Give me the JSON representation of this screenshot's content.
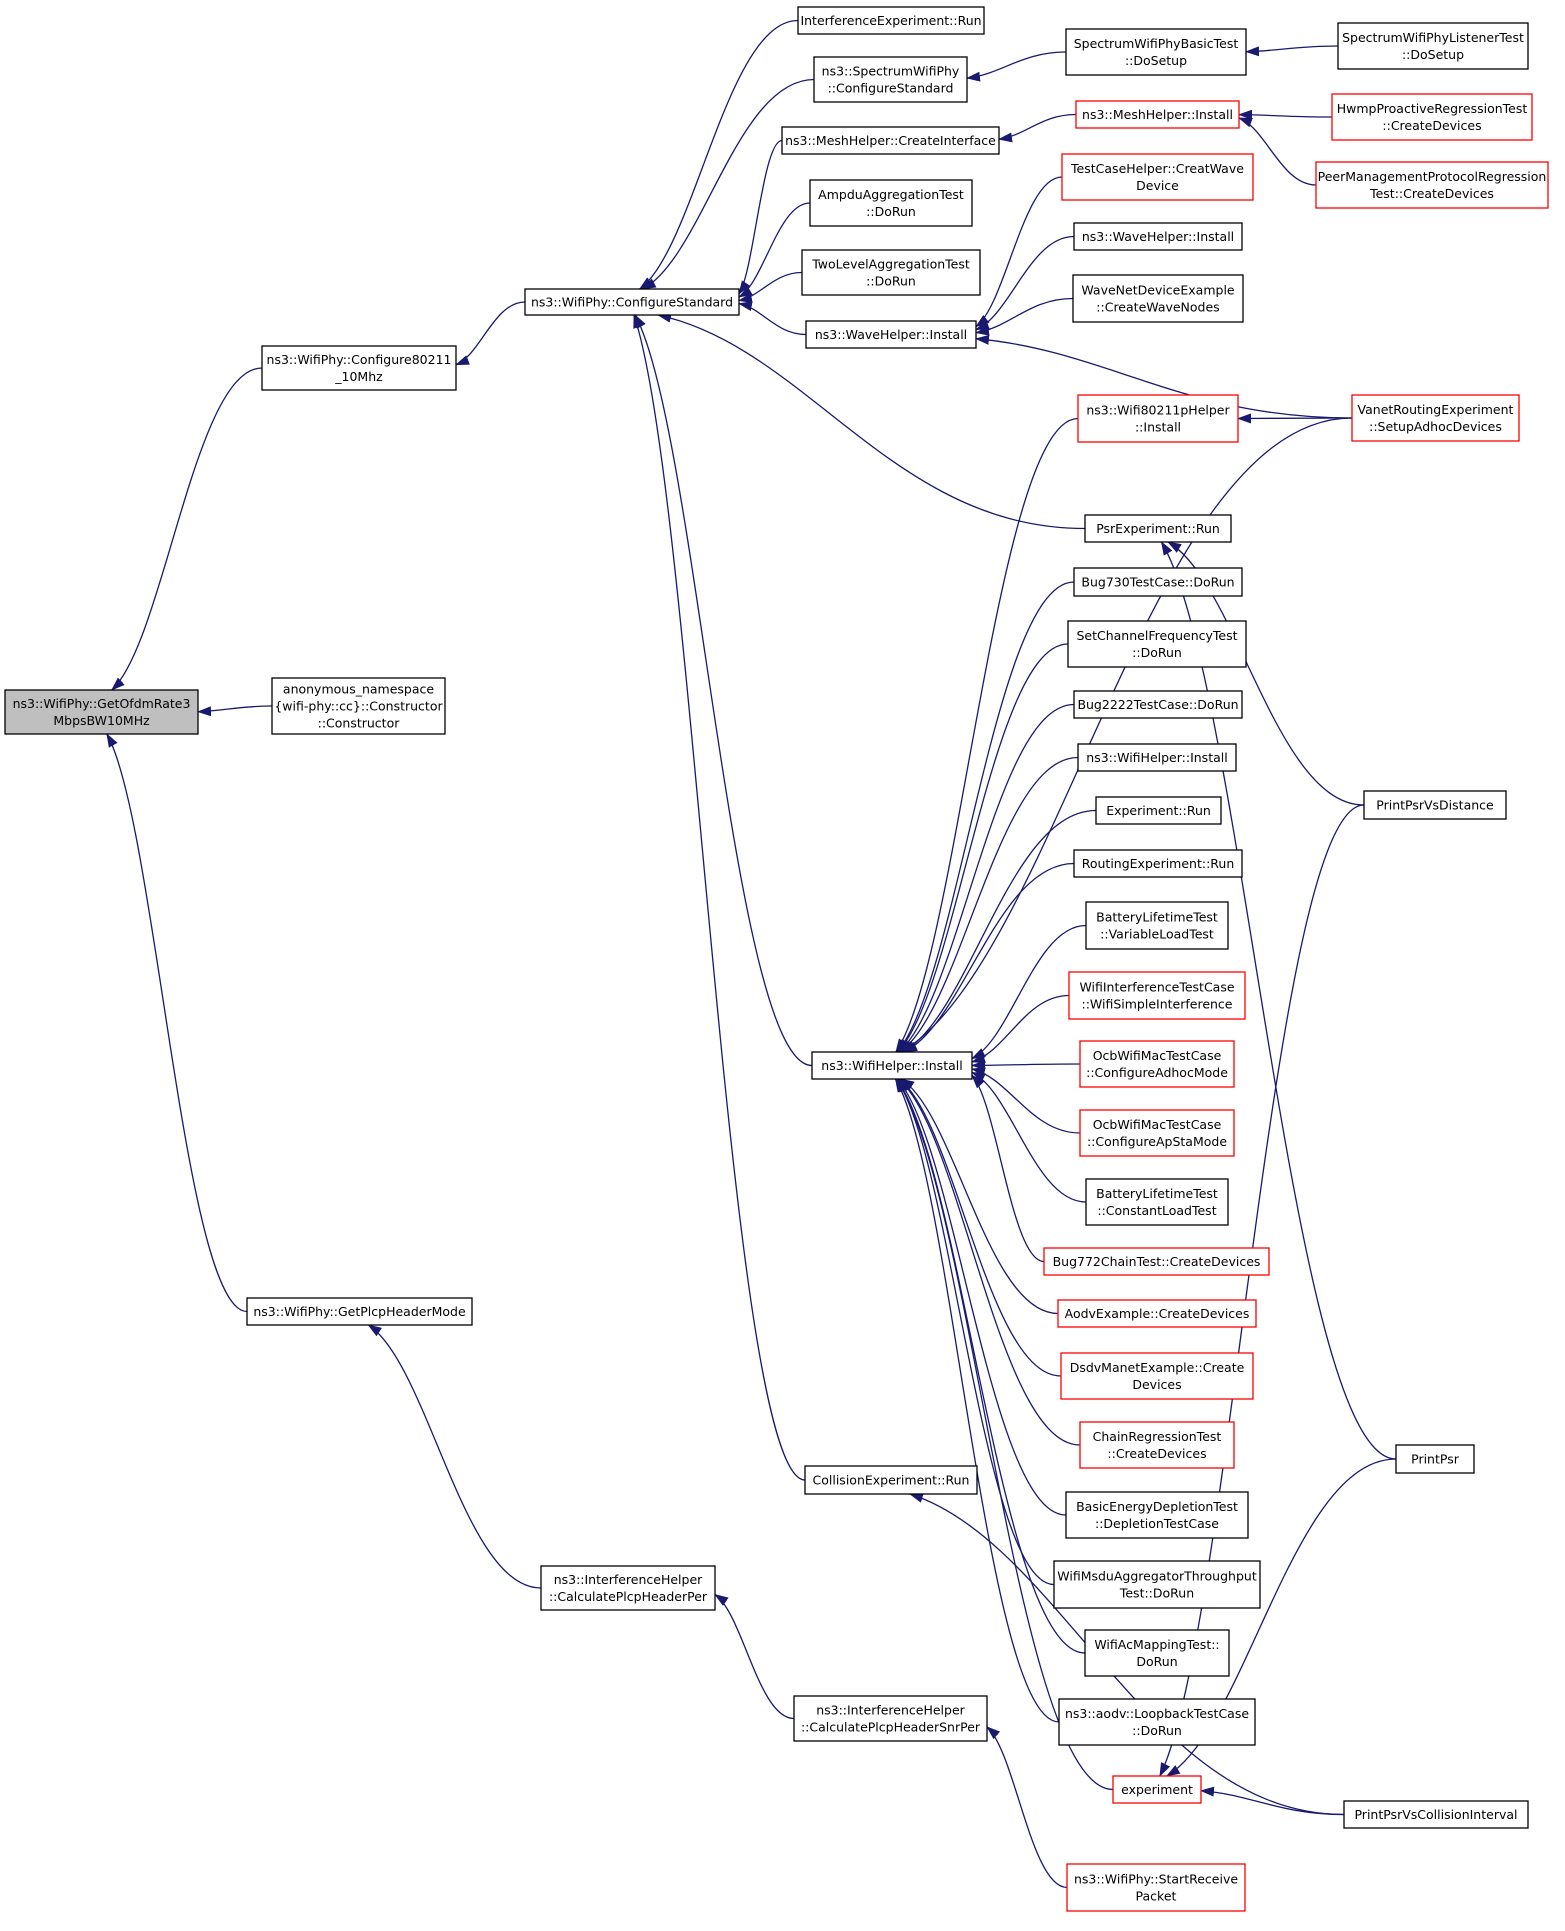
{
  "colors": {
    "edge": "#191970",
    "node_fill": "#ffffff",
    "node_border": "#000000",
    "node_border_truncated": "#ff0000",
    "focus_fill": "#bfbfbf"
  },
  "nodes": {
    "focus": {
      "lines": [
        "ns3::WifiPhy::GetOfdmRate3",
        "MbpsBW10MHz"
      ],
      "style": "focus"
    },
    "configure80211": {
      "lines": [
        "ns3::WifiPhy::Configure80211",
        "_10Mhz"
      ],
      "style": "normal"
    },
    "anonymousCtor": {
      "lines": [
        "anonymous_namespace",
        "{wifi-phy::cc}::Constructor",
        "::Constructor"
      ],
      "style": "normal"
    },
    "getPlcpHeaderMode": {
      "lines": [
        "ns3::WifiPhy::GetPlcpHeaderMode"
      ],
      "style": "normal"
    },
    "configureStandard": {
      "lines": [
        "ns3::WifiPhy::ConfigureStandard"
      ],
      "style": "normal"
    },
    "calcPlcpHeaderPer": {
      "lines": [
        "ns3::InterferenceHelper",
        "::CalculatePlcpHeaderPer"
      ],
      "style": "normal"
    },
    "calcPlcpHeaderSnrPer": {
      "lines": [
        "ns3::InterferenceHelper",
        "::CalculatePlcpHeaderSnrPer"
      ],
      "style": "normal"
    },
    "startReceivePacket": {
      "lines": [
        "ns3::WifiPhy::StartReceive",
        "Packet"
      ],
      "style": "truncated"
    },
    "interferenceExpRun": {
      "lines": [
        "InterferenceExperiment::Run"
      ],
      "style": "normal"
    },
    "spectrumConfigureStd": {
      "lines": [
        "ns3::SpectrumWifiPhy",
        "::ConfigureStandard"
      ],
      "style": "normal"
    },
    "meshCreateInterface": {
      "lines": [
        "ns3::MeshHelper::CreateInterface"
      ],
      "style": "normal"
    },
    "ampduDoRun": {
      "lines": [
        "AmpduAggregationTest",
        "::DoRun"
      ],
      "style": "normal"
    },
    "twoLevelDoRun": {
      "lines": [
        "TwoLevelAggregationTest",
        "::DoRun"
      ],
      "style": "normal"
    },
    "waveHelperInstallMid": {
      "lines": [
        "ns3::WaveHelper::Install"
      ],
      "style": "normal"
    },
    "wifiHelperInstallMid": {
      "lines": [
        "ns3::WifiHelper::Install"
      ],
      "style": "normal"
    },
    "collisionExpRun": {
      "lines": [
        "CollisionExperiment::Run"
      ],
      "style": "normal"
    },
    "spectrumBasicSetup": {
      "lines": [
        "SpectrumWifiPhyBasicTest",
        "::DoSetup"
      ],
      "style": "normal"
    },
    "spectrumListenerSetup": {
      "lines": [
        "SpectrumWifiPhyListenerTest",
        "::DoSetup"
      ],
      "style": "normal"
    },
    "meshHelperInstall": {
      "lines": [
        "ns3::MeshHelper::Install"
      ],
      "style": "truncated"
    },
    "hwmpCreateDevices": {
      "lines": [
        "HwmpProactiveRegressionTest",
        "::CreateDevices"
      ],
      "style": "truncated"
    },
    "peerMgmtCreateDevices": {
      "lines": [
        "PeerManagementProtocolRegression",
        "Test::CreateDevices"
      ],
      "style": "truncated"
    },
    "testCaseCreatWave": {
      "lines": [
        "TestCaseHelper::CreatWave",
        "Device"
      ],
      "style": "truncated"
    },
    "waveHelperInstallR": {
      "lines": [
        "ns3::WaveHelper::Install"
      ],
      "style": "normal"
    },
    "waveNetDevCreateNodes": {
      "lines": [
        "WaveNetDeviceExample",
        "::CreateWaveNodes"
      ],
      "style": "normal"
    },
    "wifi80211pInstall": {
      "lines": [
        "ns3::Wifi80211pHelper",
        "::Install"
      ],
      "style": "truncated"
    },
    "vanetSetupAdhoc": {
      "lines": [
        "VanetRoutingExperiment",
        "::SetupAdhocDevices"
      ],
      "style": "truncated"
    },
    "psrExpRun": {
      "lines": [
        "PsrExperiment::Run"
      ],
      "style": "normal"
    },
    "bug730DoRun": {
      "lines": [
        "Bug730TestCase::DoRun"
      ],
      "style": "normal"
    },
    "setChannelFreqDoRun": {
      "lines": [
        "SetChannelFrequencyTest",
        "::DoRun"
      ],
      "style": "normal"
    },
    "bug2222DoRun": {
      "lines": [
        "Bug2222TestCase::DoRun"
      ],
      "style": "normal"
    },
    "wifiHelperInstallR": {
      "lines": [
        "ns3::WifiHelper::Install"
      ],
      "style": "normal"
    },
    "experimentRun": {
      "lines": [
        "Experiment::Run"
      ],
      "style": "normal"
    },
    "routingExpRun": {
      "lines": [
        "RoutingExperiment::Run"
      ],
      "style": "normal"
    },
    "batteryVariableLoad": {
      "lines": [
        "BatteryLifetimeTest",
        "::VariableLoadTest"
      ],
      "style": "normal"
    },
    "wifiInterferenceSimple": {
      "lines": [
        "WifiInterferenceTestCase",
        "::WifiSimpleInterference"
      ],
      "style": "truncated"
    },
    "ocbAdhocMode": {
      "lines": [
        "OcbWifiMacTestCase",
        "::ConfigureAdhocMode"
      ],
      "style": "truncated"
    },
    "ocbApStaMode": {
      "lines": [
        "OcbWifiMacTestCase",
        "::ConfigureApStaMode"
      ],
      "style": "truncated"
    },
    "batteryConstantLoad": {
      "lines": [
        "BatteryLifetimeTest",
        "::ConstantLoadTest"
      ],
      "style": "normal"
    },
    "bug772CreateDevices": {
      "lines": [
        "Bug772ChainTest::CreateDevices"
      ],
      "style": "truncated"
    },
    "aodvCreateDevices": {
      "lines": [
        "AodvExample::CreateDevices"
      ],
      "style": "truncated"
    },
    "dsdvCreateDevices": {
      "lines": [
        "DsdvManetExample::Create",
        "Devices"
      ],
      "style": "truncated"
    },
    "chainRegressionCreate": {
      "lines": [
        "ChainRegressionTest",
        "::CreateDevices"
      ],
      "style": "truncated"
    },
    "basicEnergyDepletion": {
      "lines": [
        "BasicEnergyDepletionTest",
        "::DepletionTestCase"
      ],
      "style": "normal"
    },
    "msduAggThroughput": {
      "lines": [
        "WifiMsduAggregatorThroughput",
        "Test::DoRun"
      ],
      "style": "normal"
    },
    "acMappingDoRun": {
      "lines": [
        "WifiAcMappingTest::",
        "DoRun"
      ],
      "style": "normal"
    },
    "aodvLoopbackDoRun": {
      "lines": [
        "ns3::aodv::LoopbackTestCase",
        "::DoRun"
      ],
      "style": "normal"
    },
    "experiment": {
      "lines": [
        "experiment"
      ],
      "style": "truncated"
    },
    "printPsrVsDistance": {
      "lines": [
        "PrintPsrVsDistance"
      ],
      "style": "normal"
    },
    "printPsr": {
      "lines": [
        "PrintPsr"
      ],
      "style": "normal"
    },
    "printPsrVsCollision": {
      "lines": [
        "PrintPsrVsCollisionInterval"
      ],
      "style": "normal"
    }
  },
  "edges": [
    [
      "configure80211",
      "focus"
    ],
    [
      "anonymousCtor",
      "focus"
    ],
    [
      "getPlcpHeaderMode",
      "focus"
    ],
    [
      "configureStandard",
      "configure80211"
    ],
    [
      "calcPlcpHeaderPer",
      "getPlcpHeaderMode"
    ],
    [
      "calcPlcpHeaderSnrPer",
      "calcPlcpHeaderPer"
    ],
    [
      "startReceivePacket",
      "calcPlcpHeaderSnrPer"
    ],
    [
      "interferenceExpRun",
      "configureStandard"
    ],
    [
      "spectrumConfigureStd",
      "configureStandard"
    ],
    [
      "meshCreateInterface",
      "configureStandard"
    ],
    [
      "ampduDoRun",
      "configureStandard"
    ],
    [
      "twoLevelDoRun",
      "configureStandard"
    ],
    [
      "waveHelperInstallMid",
      "configureStandard"
    ],
    [
      "wifiHelperInstallMid",
      "configureStandard"
    ],
    [
      "collisionExpRun",
      "configureStandard"
    ],
    [
      "psrExpRun",
      "configureStandard"
    ],
    [
      "spectrumBasicSetup",
      "spectrumConfigureStd"
    ],
    [
      "spectrumListenerSetup",
      "spectrumBasicSetup"
    ],
    [
      "meshHelperInstall",
      "meshCreateInterface"
    ],
    [
      "hwmpCreateDevices",
      "meshHelperInstall"
    ],
    [
      "peerMgmtCreateDevices",
      "meshHelperInstall"
    ],
    [
      "testCaseCreatWave",
      "waveHelperInstallMid"
    ],
    [
      "waveHelperInstallR",
      "waveHelperInstallMid"
    ],
    [
      "waveNetDevCreateNodes",
      "waveHelperInstallMid"
    ],
    [
      "vanetSetupAdhoc",
      "waveHelperInstallMid"
    ],
    [
      "vanetSetupAdhoc",
      "wifi80211pInstall"
    ],
    [
      "wifi80211pInstall",
      "wifiHelperInstallMid"
    ],
    [
      "vanetSetupAdhoc",
      "wifiHelperInstallMid"
    ],
    [
      "bug730DoRun",
      "wifiHelperInstallMid"
    ],
    [
      "setChannelFreqDoRun",
      "wifiHelperInstallMid"
    ],
    [
      "bug2222DoRun",
      "wifiHelperInstallMid"
    ],
    [
      "wifiHelperInstallR",
      "wifiHelperInstallMid"
    ],
    [
      "experimentRun",
      "wifiHelperInstallMid"
    ],
    [
      "routingExpRun",
      "wifiHelperInstallMid"
    ],
    [
      "batteryVariableLoad",
      "wifiHelperInstallMid"
    ],
    [
      "wifiInterferenceSimple",
      "wifiHelperInstallMid"
    ],
    [
      "ocbAdhocMode",
      "wifiHelperInstallMid"
    ],
    [
      "ocbApStaMode",
      "wifiHelperInstallMid"
    ],
    [
      "batteryConstantLoad",
      "wifiHelperInstallMid"
    ],
    [
      "bug772CreateDevices",
      "wifiHelperInstallMid"
    ],
    [
      "aodvCreateDevices",
      "wifiHelperInstallMid"
    ],
    [
      "dsdvCreateDevices",
      "wifiHelperInstallMid"
    ],
    [
      "chainRegressionCreate",
      "wifiHelperInstallMid"
    ],
    [
      "basicEnergyDepletion",
      "wifiHelperInstallMid"
    ],
    [
      "msduAggThroughput",
      "wifiHelperInstallMid"
    ],
    [
      "acMappingDoRun",
      "wifiHelperInstallMid"
    ],
    [
      "aodvLoopbackDoRun",
      "wifiHelperInstallMid"
    ],
    [
      "experiment",
      "wifiHelperInstallMid"
    ],
    [
      "printPsrVsDistance",
      "psrExpRun"
    ],
    [
      "printPsr",
      "psrExpRun"
    ],
    [
      "printPsrVsDistance",
      "experiment"
    ],
    [
      "printPsr",
      "experiment"
    ],
    [
      "printPsrVsCollision",
      "experiment"
    ],
    [
      "printPsrVsCollision",
      "collisionExpRun"
    ]
  ]
}
